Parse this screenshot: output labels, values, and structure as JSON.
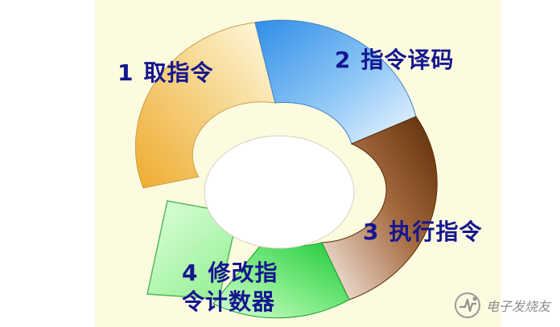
{
  "steps": [
    {
      "number": "1",
      "text": "取指令"
    },
    {
      "number": "2",
      "text": "指令译码"
    },
    {
      "number": "3",
      "text": "执行指令"
    },
    {
      "number": "4",
      "text_line1": "修改指",
      "text_line2": "令计数器"
    }
  ],
  "watermark": {
    "text": "电子发烧友",
    "logo": "electronic-circuit-logo-icon"
  },
  "colors": {
    "background_panel": "#fdfbdf",
    "label": "#15168f",
    "segment_1": "#f2b847",
    "segment_2": "#2f8ee7",
    "segment_3": "#6b3510",
    "segment_4": "#27d33f",
    "arrow_head": "#8ef08b"
  }
}
